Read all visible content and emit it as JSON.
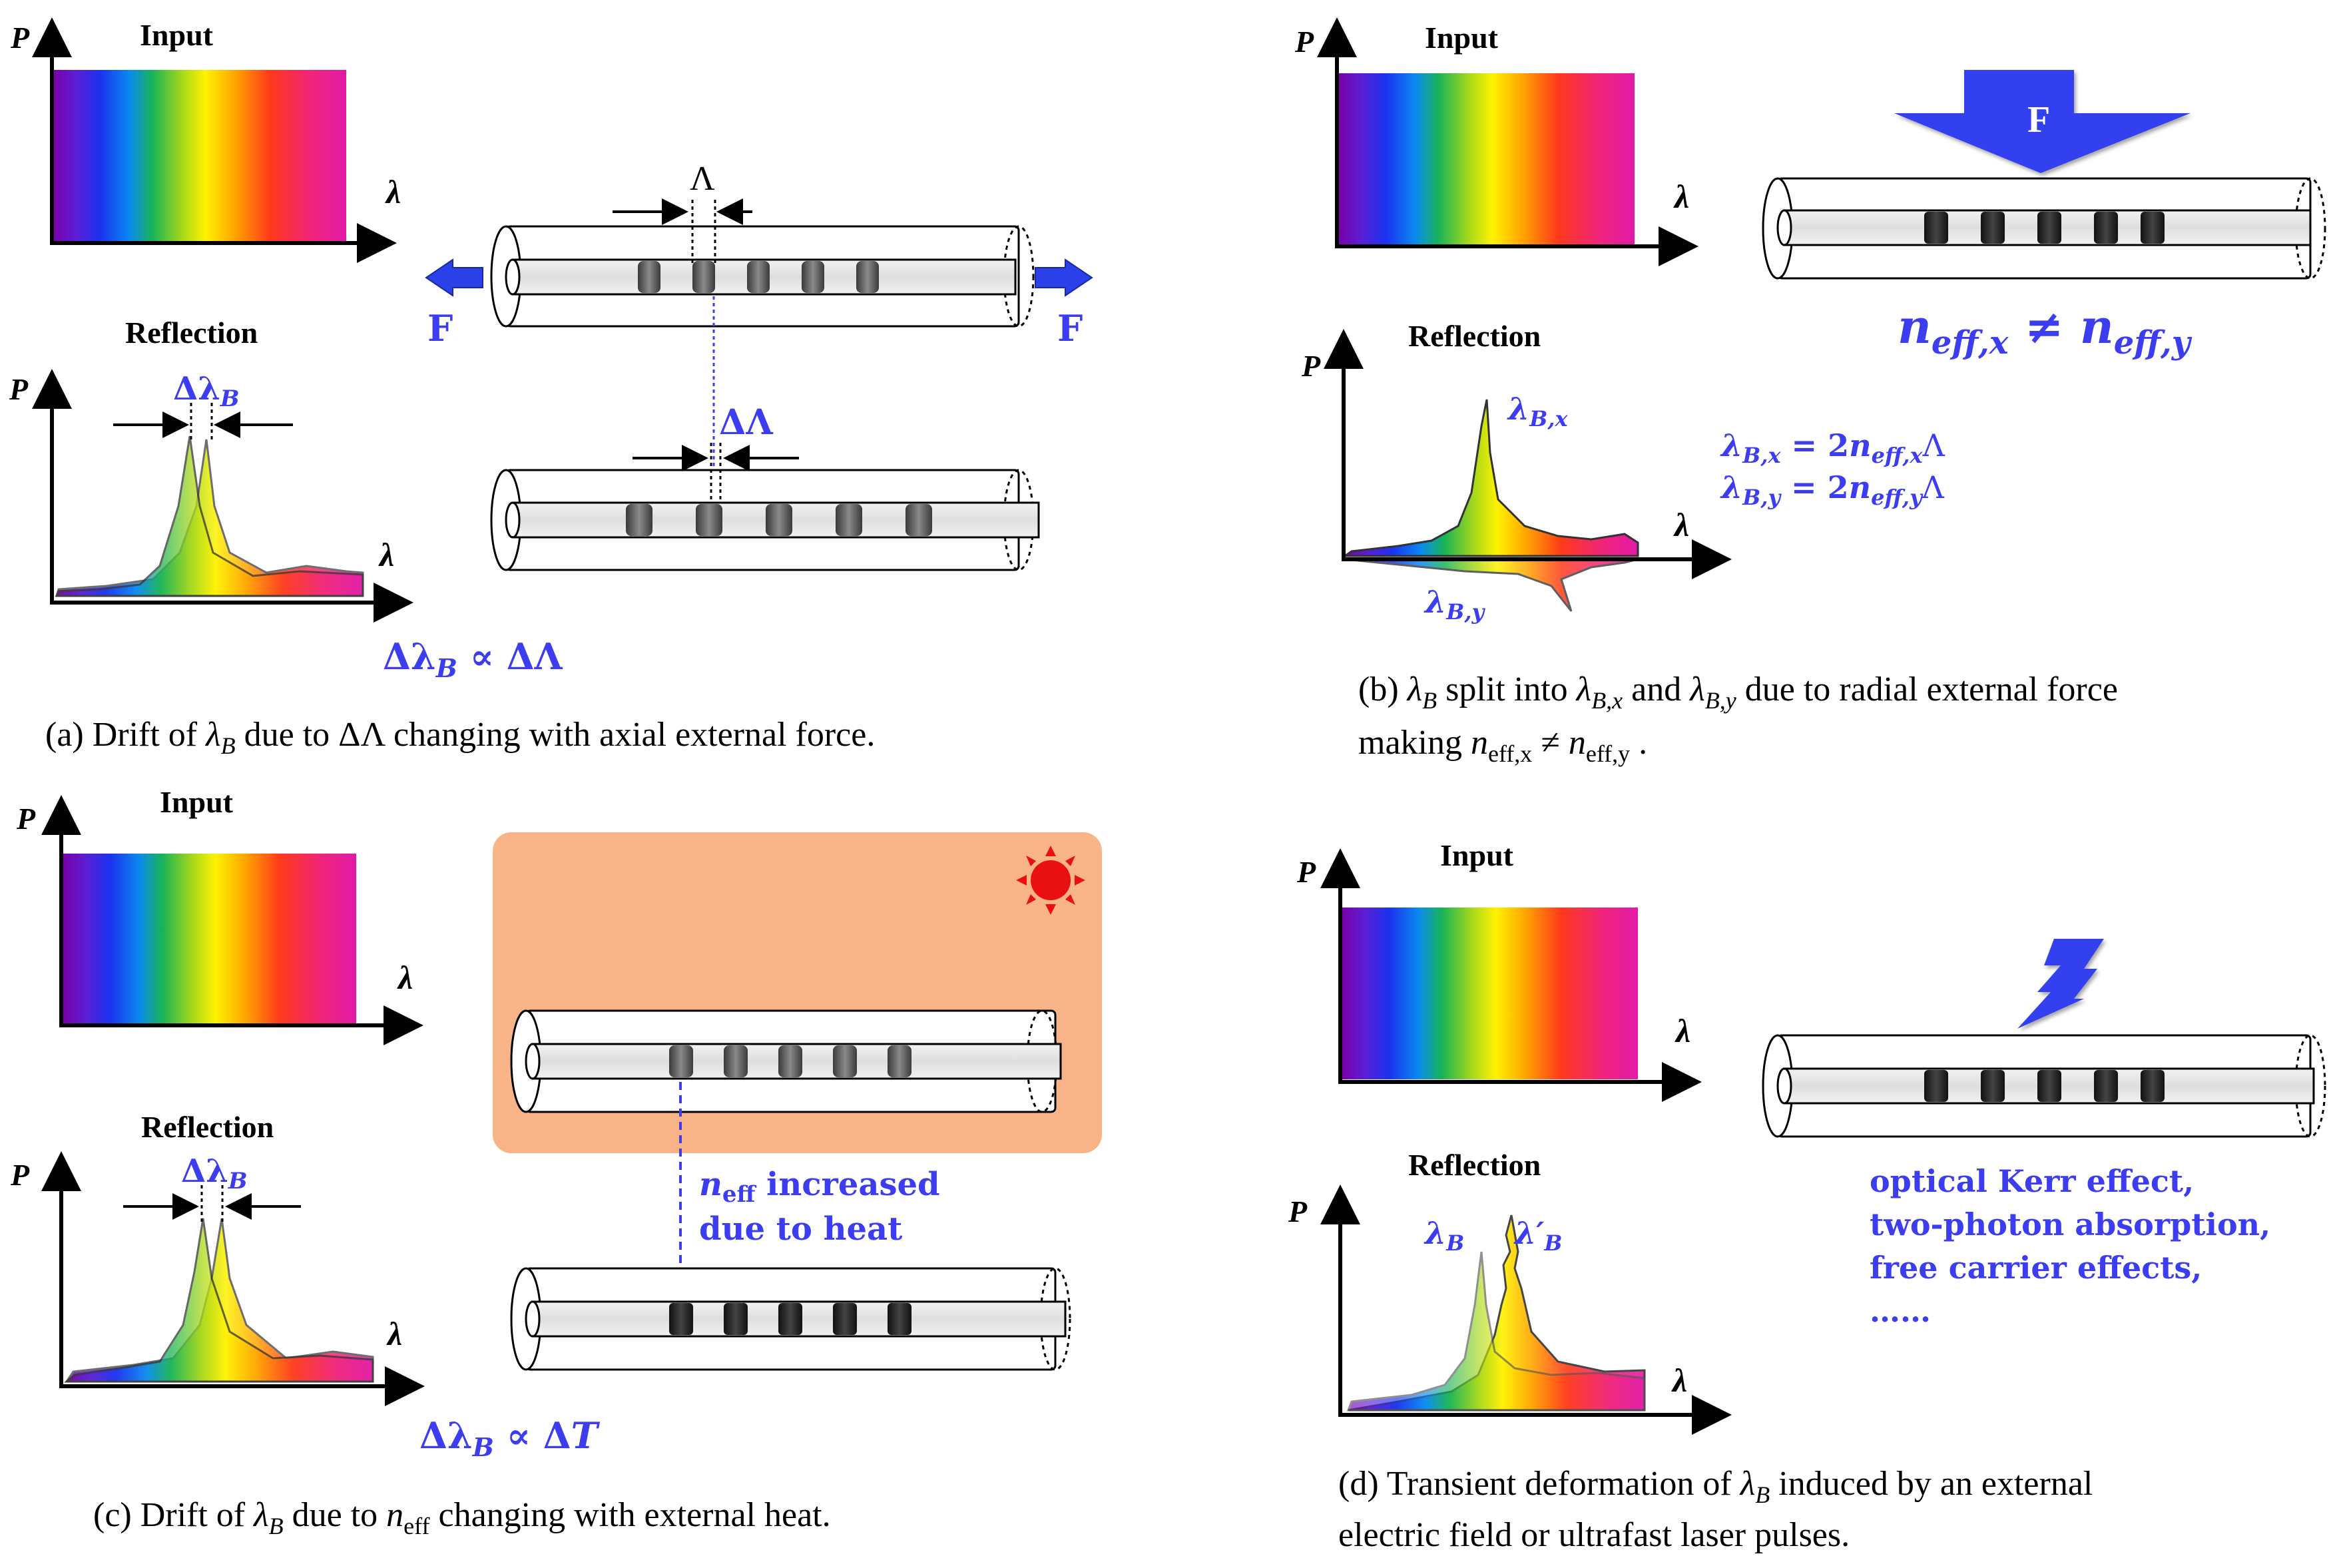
{
  "colors": {
    "annotation_blue": "#3c3cf0",
    "heat_box": "#f8b487",
    "sun": "#e81010",
    "fiber_core": "#e4e4e4",
    "grating": "#505050"
  },
  "common": {
    "axis_p": "P",
    "axis_lambda": "λ",
    "input_label": "Input",
    "reflection_label": "Reflection"
  },
  "panel_a": {
    "pitch_label": "Λ",
    "force_left": "F",
    "force_right": "F",
    "delta_pitch": "ΔΛ",
    "delta_lambda": "Δλ",
    "delta_lambda_sub": "B",
    "relation_lhs": "Δλ",
    "relation_lhs_sub": "B",
    "relation_rhs": " ∝ ΔΛ",
    "caption_1": "(a) Drift of ",
    "caption_sym": "λ",
    "caption_sub": "B",
    "caption_2": " due to ΔΛ changing  with axial external force."
  },
  "panel_b": {
    "force": "F",
    "neff_eq_main": "n",
    "neff_eq_sub_x": "eff,x",
    "neff_eq_neq": " ≠ ",
    "neff_eq_sub_y": "eff,y",
    "peak_x": "λ",
    "peak_x_sub": "B,x",
    "peak_y": "λ",
    "peak_y_sub": "B,y",
    "formula_x_sub": "B,x",
    "formula_x_rhs": " = 2",
    "formula_x_neff_sub": "eff,x",
    "formula_x_end": "Λ",
    "formula_y_sub": "B,y",
    "formula_y_rhs": " = 2",
    "formula_y_neff_sub": "eff,y",
    "formula_y_end": "Λ",
    "caption_line1_a": "(b) ",
    "caption_line1_sub1": "B",
    "caption_line1_b": "  split into ",
    "caption_line1_sub2": "B,x",
    "caption_line1_c": " and ",
    "caption_line1_sub3": "B,y",
    "caption_line1_d": "  due to radial  external force",
    "caption_line2_a": "making  ",
    "caption_line2_sub1": "eff,x",
    "caption_line2_b": " ≠ ",
    "caption_line2_sub2": "eff,y",
    "caption_line2_c": " ."
  },
  "panel_c": {
    "delta_lambda": "Δλ",
    "delta_lambda_sub": "B",
    "heat_note_sub": "eff",
    "heat_note_line1": " increased",
    "heat_note_line2": "due to heat",
    "relation_lhs": "Δλ",
    "relation_lhs_sub": "B",
    "relation_rhs": " ∝ Δ",
    "relation_T": "T",
    "caption_1": "(c) Drift of ",
    "caption_sub": "B",
    "caption_2": " due to ",
    "caption_sub2": "eff",
    "caption_3": " changing  with external heat."
  },
  "panel_d": {
    "peak_1": "λ",
    "peak_1_sub": "B",
    "peak_2": "λ′",
    "peak_2_sub": "B",
    "effects": [
      "optical Kerr effect,",
      "two-photon absorption,",
      "free carrier effects,",
      "……"
    ],
    "caption_line1_a": "(d) Transient deformation  of ",
    "caption_line1_sub": "B",
    "caption_line1_b": "  induced  by an external",
    "caption_line2": "electric field or ultrafast  laser pulses."
  }
}
